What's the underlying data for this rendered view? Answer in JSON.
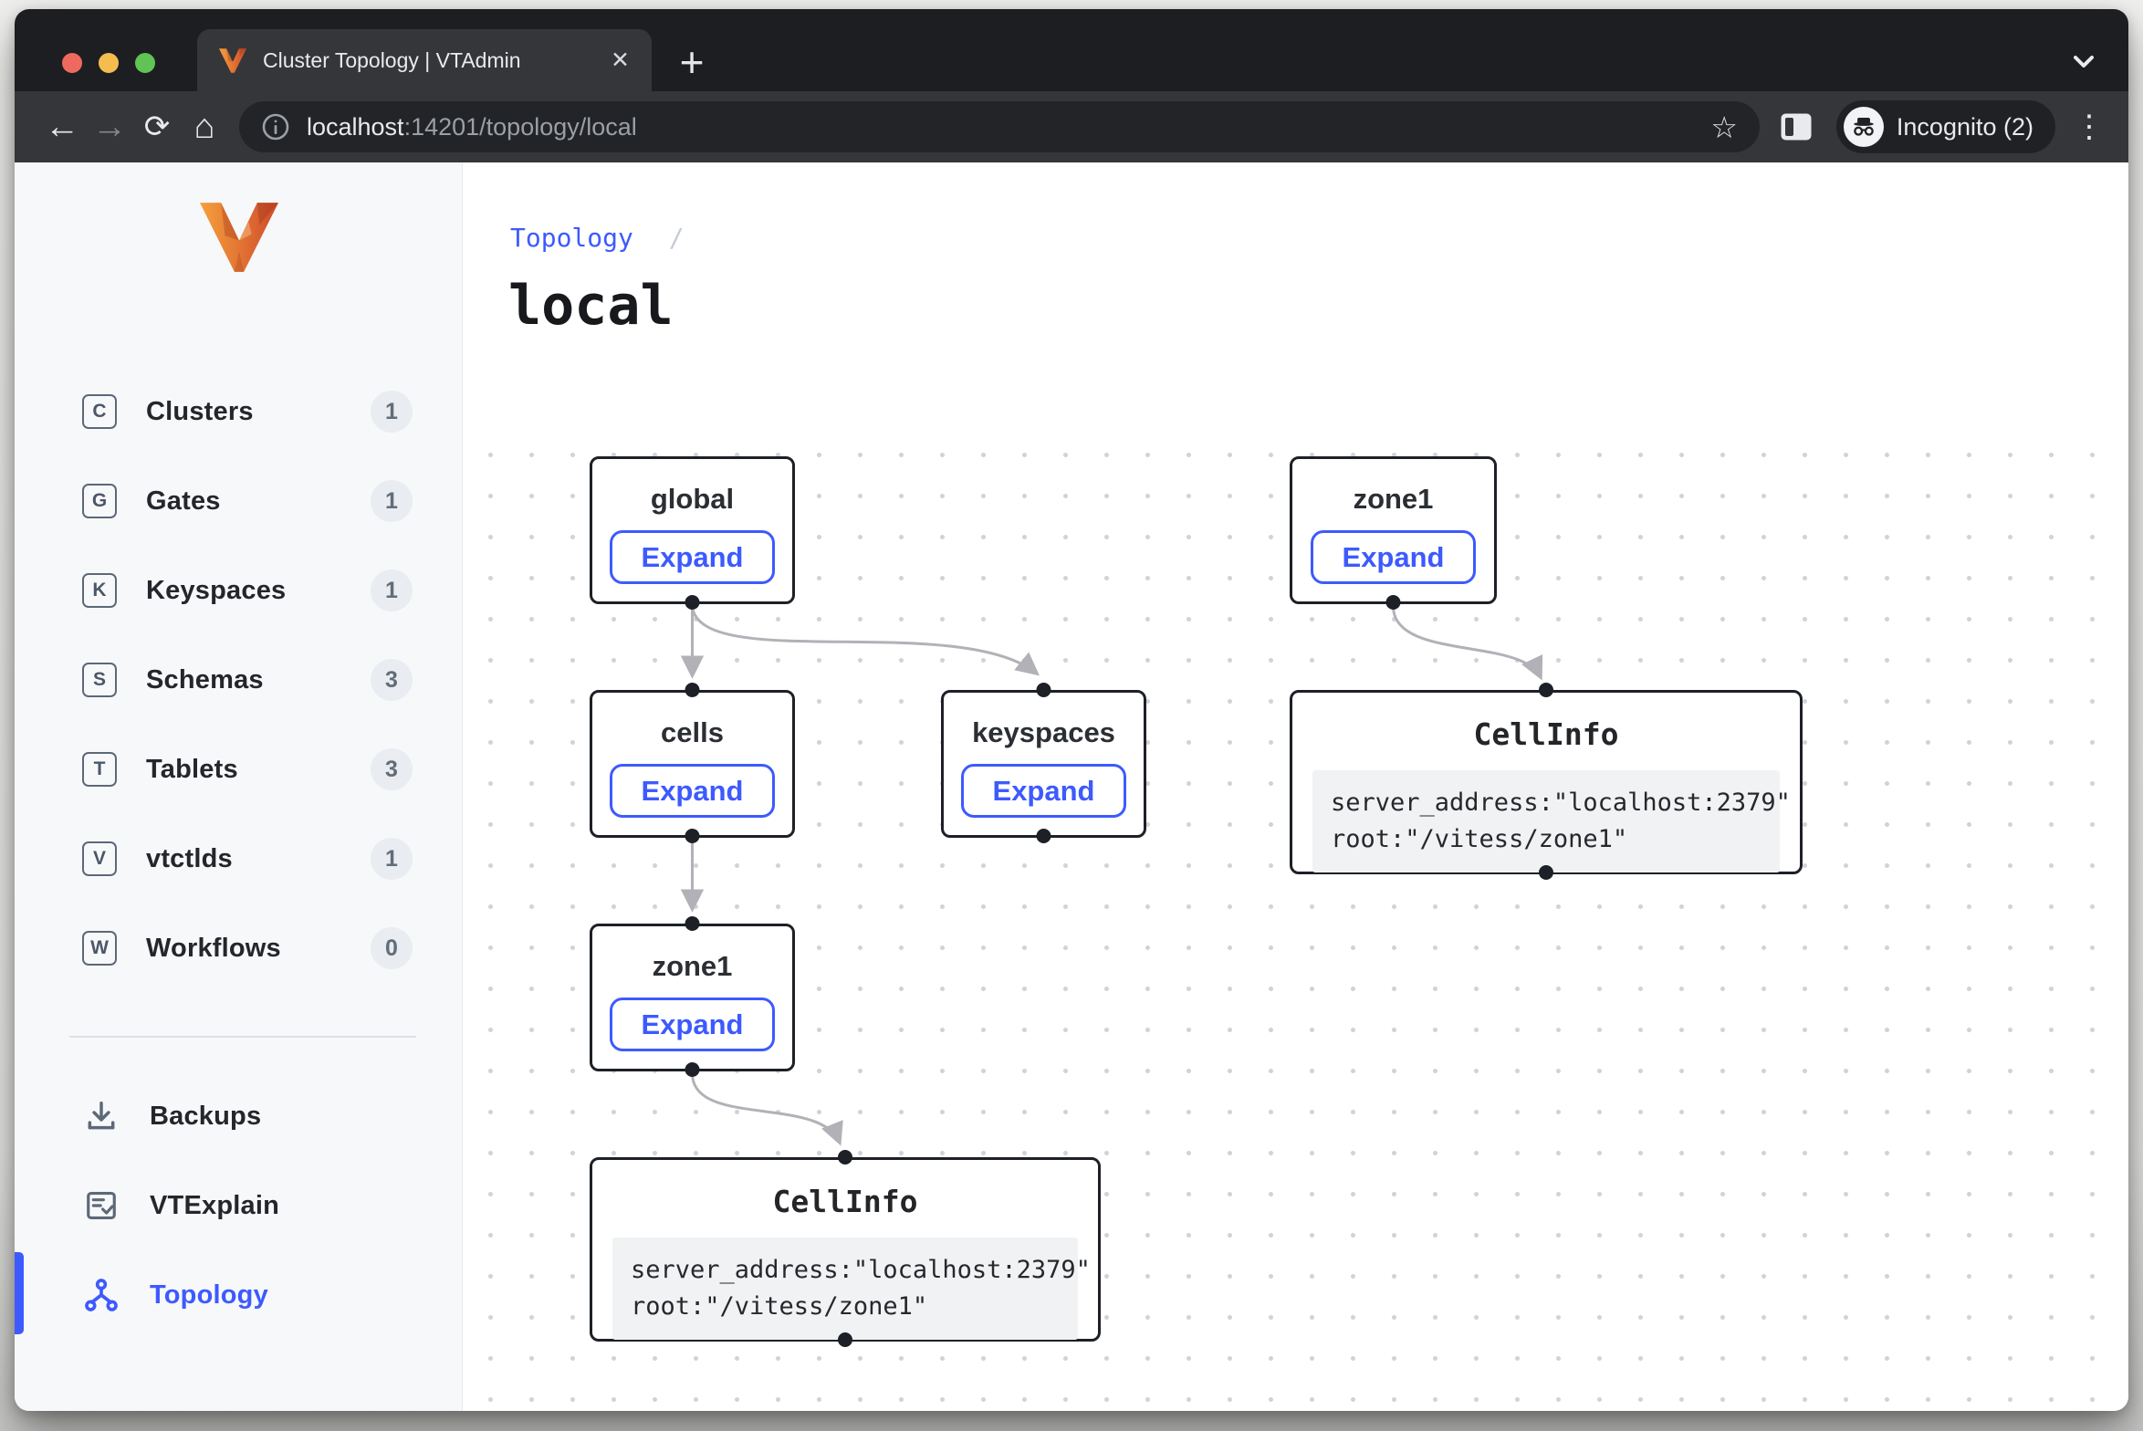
{
  "browser": {
    "tab_title": "Cluster Topology | VTAdmin",
    "url": {
      "host": "localhost",
      "rest": ":14201/topology/local"
    },
    "incognito_label": "Incognito (2)",
    "icons": {
      "close": "✕",
      "plus": "+",
      "back": "←",
      "forward": "→",
      "reload": "⟳",
      "home": "⌂",
      "star": "☆",
      "menu": "⋮"
    }
  },
  "sidebar": {
    "items": [
      {
        "letter": "C",
        "label": "Clusters",
        "count": "1"
      },
      {
        "letter": "G",
        "label": "Gates",
        "count": "1"
      },
      {
        "letter": "K",
        "label": "Keyspaces",
        "count": "1"
      },
      {
        "letter": "S",
        "label": "Schemas",
        "count": "3"
      },
      {
        "letter": "T",
        "label": "Tablets",
        "count": "3"
      },
      {
        "letter": "V",
        "label": "vtctlds",
        "count": "1"
      },
      {
        "letter": "W",
        "label": "Workflows",
        "count": "0"
      }
    ],
    "links": [
      {
        "label": "Backups"
      },
      {
        "label": "VTExplain"
      },
      {
        "label": "Topology"
      }
    ]
  },
  "main": {
    "breadcrumb": "Topology",
    "breadcrumb_separator": "/",
    "title": "local"
  },
  "graph": {
    "nodes": [
      {
        "title": "global",
        "button": "Expand"
      },
      {
        "title": "zone1",
        "button": "Expand"
      },
      {
        "title": "cells",
        "button": "Expand"
      },
      {
        "title": "keyspaces",
        "button": "Expand"
      },
      {
        "title": "CellInfo",
        "code": [
          "server_address:\"localhost:2379\"",
          "root:\"/vitess/zone1\""
        ]
      },
      {
        "title": "zone1",
        "button": "Expand"
      },
      {
        "title": "CellInfo",
        "code": [
          "server_address:\"localhost:2379\"",
          "root:\"/vitess/zone1\""
        ]
      }
    ]
  },
  "colors": {
    "accent": "#3d5afe",
    "vitess_orange": "#ed8a2f",
    "edge_gray": "#b1b1b7",
    "node_border": "#1d2026"
  }
}
